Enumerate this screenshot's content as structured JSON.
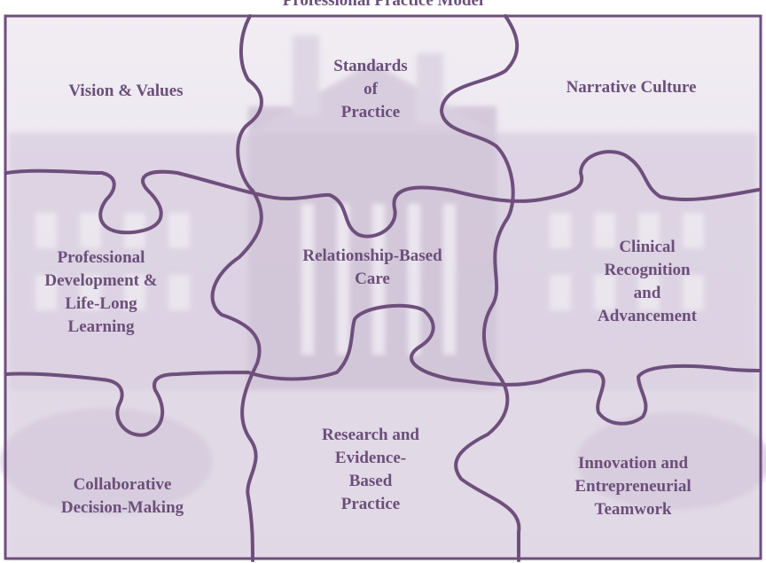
{
  "header": {
    "title_partial": "Professional Practice Model"
  },
  "puzzle": {
    "pieces": [
      {
        "id": "vision",
        "lines": [
          "Vision & Values"
        ]
      },
      {
        "id": "standards",
        "lines": [
          "Standards",
          "of",
          "Practice"
        ]
      },
      {
        "id": "narrative",
        "lines": [
          "Narrative Culture"
        ]
      },
      {
        "id": "professional",
        "lines": [
          "Professional",
          "Development &",
          "Life-Long",
          "Learning"
        ]
      },
      {
        "id": "relationship",
        "lines": [
          "Relationship-Based",
          "Care"
        ]
      },
      {
        "id": "clinical",
        "lines": [
          "Clinical",
          "Recognition",
          "and",
          "Advancement"
        ]
      },
      {
        "id": "collaborative",
        "lines": [
          "Collaborative",
          "Decision-Making"
        ]
      },
      {
        "id": "research",
        "lines": [
          "Research and",
          "Evidence-",
          "Based",
          "Practice"
        ]
      },
      {
        "id": "innovation",
        "lines": [
          "Innovation and",
          "Entrepreneurial",
          "Teamwork"
        ]
      }
    ]
  },
  "colors": {
    "line": "#6e4f7c",
    "text": "#6b4f7a",
    "background_tint": "#e7e1ea"
  }
}
